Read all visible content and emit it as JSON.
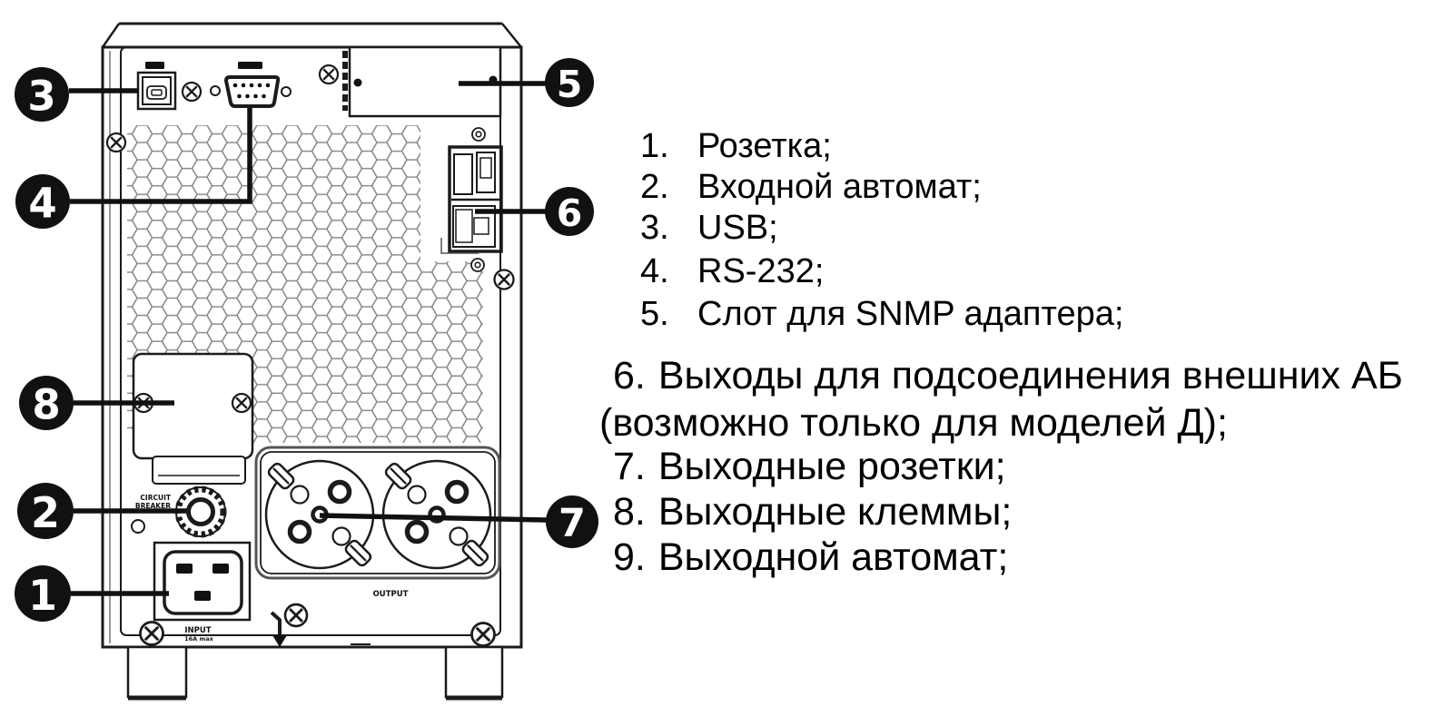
{
  "figure": {
    "callouts": [
      "1",
      "2",
      "3",
      "4",
      "5",
      "6",
      "7",
      "8"
    ],
    "panel_texts": {
      "circuit_breaker_line1": "CIRCUIT",
      "circuit_breaker_line2": "BREAKER",
      "input": "INPUT",
      "input_rating": "16A max",
      "output": "OUTPUT"
    }
  },
  "legend": {
    "items": [
      {
        "num": "1.",
        "text": "Розетка;",
        "variant": "indent"
      },
      {
        "num": "2.",
        "text": "Входной автомат;",
        "variant": "indent"
      },
      {
        "num": "3.",
        "text": "USB;",
        "variant": "indent"
      },
      {
        "num": "4.",
        "text": "RS-232;",
        "variant": "indent"
      },
      {
        "num": "5.",
        "text": "Слот для SNMP адаптера;",
        "variant": "indent"
      },
      {
        "num": "6.",
        "text": "Выходы для подсоединения внешних АБ",
        "variant": "flush"
      },
      {
        "num": "",
        "text": "(возможно только для моделей Д);",
        "variant": "wrap"
      },
      {
        "num": "7.",
        "text": "Выходные розетки;",
        "variant": "flush"
      },
      {
        "num": "8.",
        "text": "Выходные клеммы;",
        "variant": "flush"
      },
      {
        "num": "9.",
        "text": "Выходной автомат;",
        "variant": "flush"
      }
    ]
  },
  "colors": {
    "line": "#1b1b1b",
    "grille": "#8a8a8a",
    "text": "#000000"
  }
}
